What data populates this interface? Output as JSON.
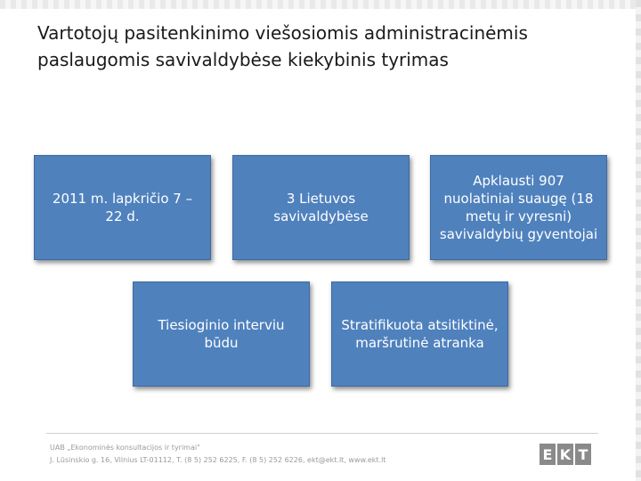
{
  "slide": {
    "title": "Vartotojų pasitenkinimo viešosiomis administracinėmis paslaugomis savivaldybėse kiekybinis tyrimas"
  },
  "boxes": [
    {
      "label": "2011 m. lapkričio 7 – 22 d."
    },
    {
      "label": "3 Lietuvos savivaldybėse"
    },
    {
      "label": "Apklausti 907 nuolatiniai suaugę (18 metų ir vyresni) savivaldybių gyventojai"
    },
    {
      "label": "Tiesioginio interviu būdu"
    },
    {
      "label": "Stratifikuota atsitiktinė, maršrutinė atranka"
    }
  ],
  "footer": {
    "company": "UAB „Ekonominės konsultacijos ir tyrimai\"",
    "address": "J. Lūsinskio g. 16, Vilnius LT-01112, T. (8 5) 252 6225, F. (8 5) 252 6226, ekt@ekt.lt, www.ekt.lt",
    "logo_letters": [
      "E",
      "K",
      "T"
    ]
  },
  "colors": {
    "box_fill": "#4f81bd",
    "box_text": "#ffffff",
    "title_text": "#1a1a1a",
    "logo_fill": "#8a8a8a"
  }
}
